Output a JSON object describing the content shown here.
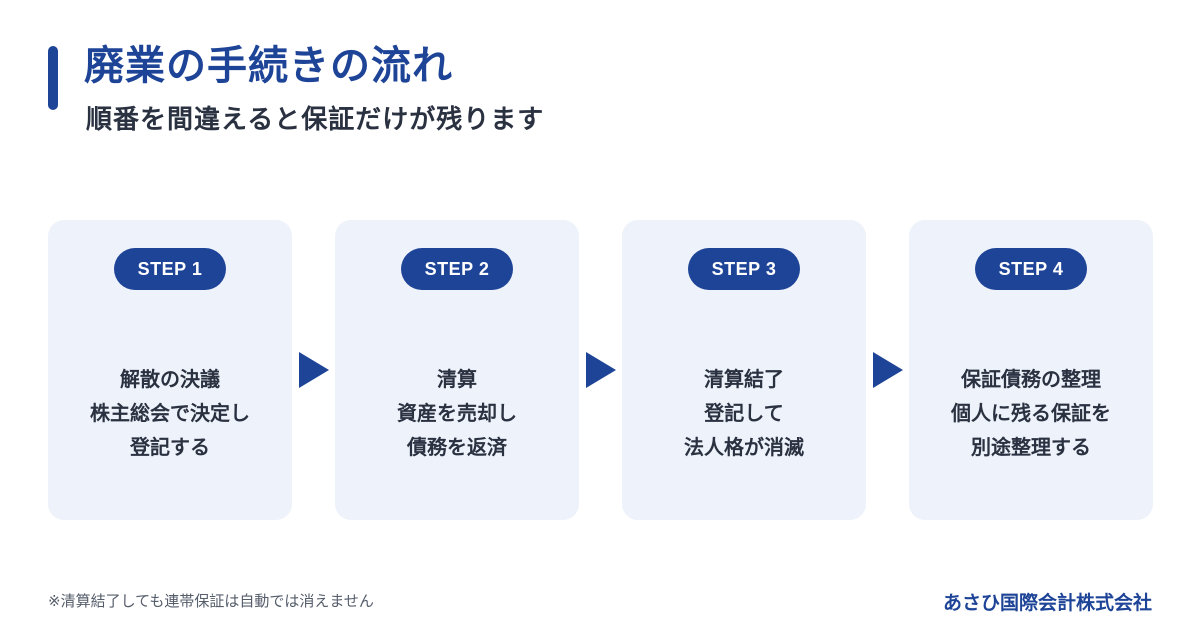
{
  "header": {
    "title": "廃業の手続きの流れ",
    "subtitle": "順番を間違えると保証だけが残ります"
  },
  "steps": [
    {
      "label": "STEP 1",
      "lines": [
        "解散の決議",
        "株主総会で決定し",
        "登記する"
      ]
    },
    {
      "label": "STEP 2",
      "lines": [
        "清算",
        "資産を売却し",
        "債務を返済"
      ]
    },
    {
      "label": "STEP 3",
      "lines": [
        "清算結了",
        "登記して",
        "法人格が消滅"
      ]
    },
    {
      "label": "STEP 4",
      "lines": [
        "保証債務の整理",
        "個人に残る保証を",
        "別途整理する"
      ]
    }
  ],
  "footer": {
    "note": "※清算結了しても連帯保証は自動では消えません",
    "company": "あさひ国際会計株式会社"
  },
  "colors": {
    "accent": "#1e4497",
    "card_bg": "#eef2fa",
    "text": "#2a3140",
    "note_text": "#555d6b"
  }
}
